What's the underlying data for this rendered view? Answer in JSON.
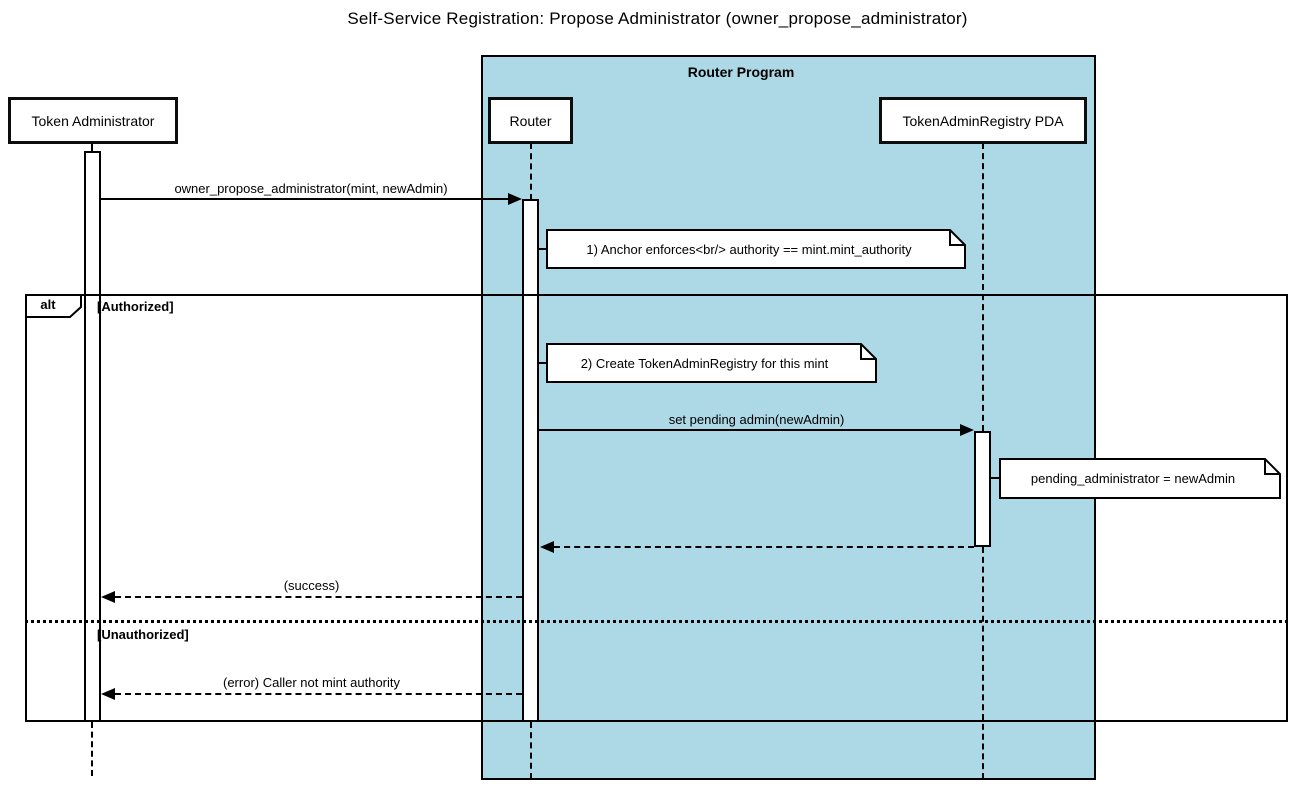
{
  "title": "Self-Service Registration: Propose Administrator (owner_propose_administrator)",
  "colors": {
    "container_fill": "#ADD8E6",
    "participant_fill": "#FFFFFF",
    "note_fill": "#FFFFFF",
    "line": "#000000"
  },
  "container": {
    "label": "Router Program"
  },
  "participants": [
    {
      "label": "Token Administrator"
    },
    {
      "label": "Router"
    },
    {
      "label": "TokenAdminRegistry PDA"
    }
  ],
  "messages": [
    {
      "label": "owner_propose_administrator(mint, newAdmin)",
      "from": "Token Administrator",
      "to": "Router",
      "style": "solid"
    },
    {
      "label": "set pending admin(newAdmin)",
      "from": "Router",
      "to": "TokenAdminRegistry PDA",
      "style": "solid"
    },
    {
      "label": "",
      "from": "TokenAdminRegistry PDA",
      "to": "Router",
      "style": "dashed-return"
    },
    {
      "label": "(success)",
      "from": "Router",
      "to": "Token Administrator",
      "style": "dashed-return"
    },
    {
      "label": "(error) Caller not mint authority",
      "from": "Router",
      "to": "Token Administrator",
      "style": "dashed-return"
    }
  ],
  "notes": [
    {
      "text": "1) Anchor enforces<br/> authority == mint.mint_authority"
    },
    {
      "text": "2) Create TokenAdminRegistry for this mint"
    },
    {
      "text": "pending_administrator = newAdmin"
    }
  ],
  "alt_frame": {
    "operator": "alt",
    "guards": [
      "[Authorized]",
      "[Unauthorized]"
    ]
  }
}
